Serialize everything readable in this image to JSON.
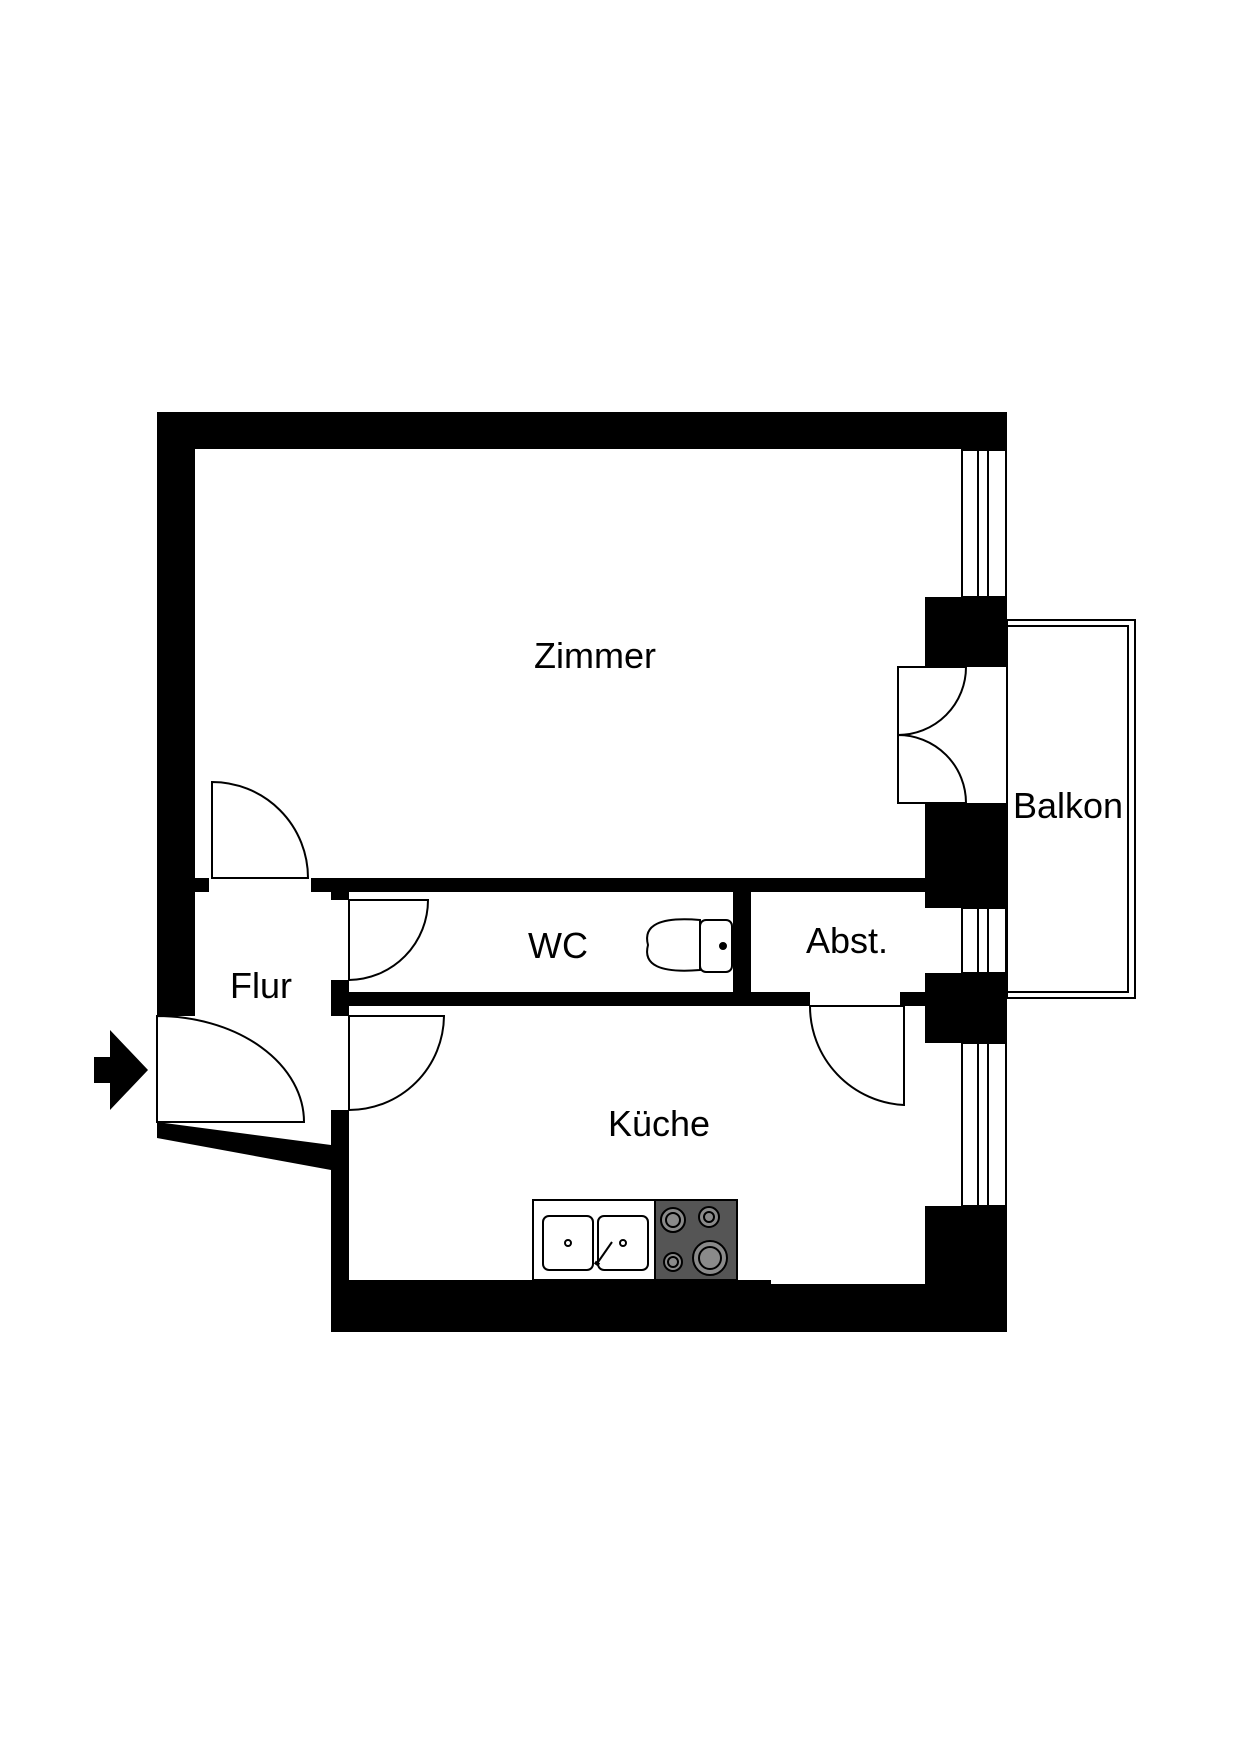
{
  "rooms": {
    "zimmer": "Zimmer",
    "balkon": "Balkon",
    "wc": "WC",
    "abst": "Abst.",
    "flur": "Flur",
    "kueche": "Küche"
  },
  "colors": {
    "wall": "#000000",
    "background": "#ffffff",
    "stove": "#555555",
    "burner": "#8a8a8a"
  },
  "icons": [
    "entrance-arrow-icon",
    "toilet-icon",
    "sink-icon",
    "stove-icon",
    "door-swing-icon",
    "window-icon"
  ]
}
